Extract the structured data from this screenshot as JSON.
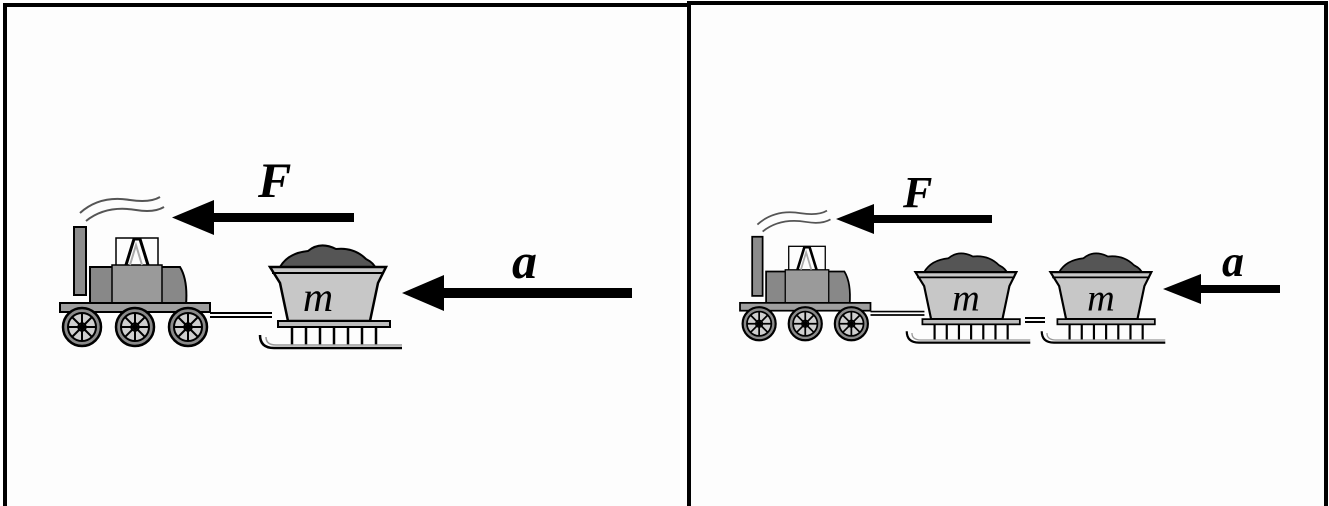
{
  "panels": [
    {
      "force_label": "F",
      "accel_label": "a",
      "carts": [
        {
          "mass_label": "m"
        }
      ]
    },
    {
      "force_label": "F",
      "accel_label": "a",
      "carts": [
        {
          "mass_label": "m"
        },
        {
          "mass_label": "m"
        }
      ]
    }
  ]
}
